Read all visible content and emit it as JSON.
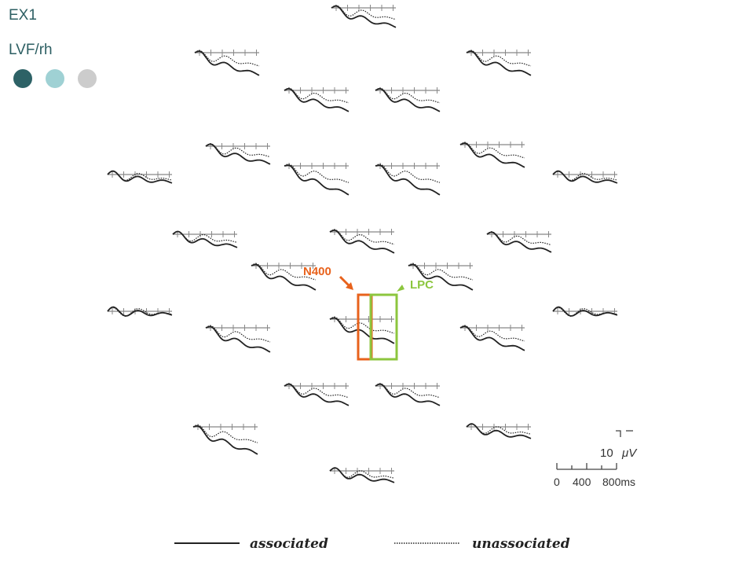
{
  "header": {
    "title": "EX1",
    "subtitle": "LVF/rh",
    "indicator_colors": [
      "#2d6266",
      "#9fd1d4",
      "#cccccc"
    ]
  },
  "annotations": {
    "n400": {
      "label": "N400",
      "color": "#e8621c"
    },
    "lpc": {
      "label": "LPC",
      "color": "#8cc63e"
    }
  },
  "scale": {
    "amplitude": "10",
    "amplitude_unit": "μV",
    "time_ticks": [
      "0",
      "400",
      "800ms"
    ]
  },
  "legend": {
    "associated": "associated",
    "unassociated": "unassociated"
  },
  "colors": {
    "trace": "#222222",
    "baseline": "#888888",
    "title": "#2d5f63"
  }
}
